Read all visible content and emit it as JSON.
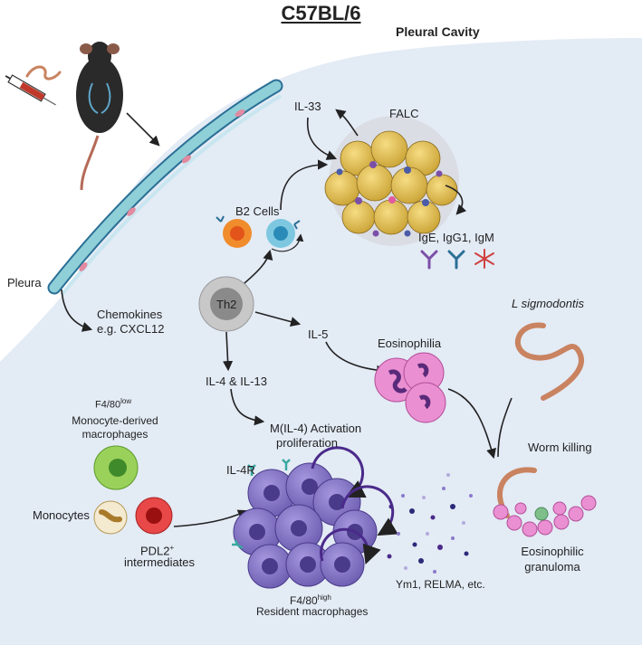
{
  "title": "C57BL/6",
  "cavity_label": "Pleural Cavity",
  "pleura_label": "Pleura",
  "falc_label": "FALC",
  "il33_label": "IL-33",
  "b2_label": "B2 Cells",
  "antibodies_label": "IgE, IgG1, IgM",
  "th2_label": "Th2",
  "chemokines_line1": "Chemokines",
  "chemokines_line2": "e.g. CXCL12",
  "il5_label": "IL-5",
  "eosinophilia_label": "Eosinophilia",
  "parasite_label": "L sigmodontis",
  "il4_il13_label": "IL-4 & IL-13",
  "activation_line1": "M(IL-4) Activation",
  "activation_line2": "proliferation",
  "f480low_base": "F4/80",
  "f480low_sup": "low",
  "mono_derived_line1": "Monocyte-derived",
  "mono_derived_line2": "macrophages",
  "il4r_label": "IL-4R",
  "monocytes_label": "Monocytes",
  "pdl2_base": "PDL2",
  "pdl2_sup": "+",
  "intermediates_label": "intermediates",
  "ym1_label": "Ym1, RELMA, etc.",
  "f480high_base": "F4/80",
  "f480high_sup": "high",
  "resident_label": "Resident macrophages",
  "worm_killing_label": "Worm killing",
  "granuloma_line1": "Eosinophilic",
  "granuloma_line2": "granuloma",
  "colors": {
    "cavity_fill": "#e3ebf5",
    "pleura_teal": "#8fd0d8",
    "adipocyte": "#e6c35a",
    "macrophage": "#8c7bc9",
    "eosinophil": "#ea8fd1",
    "worm": "#c98360",
    "arrow": "#222222"
  }
}
